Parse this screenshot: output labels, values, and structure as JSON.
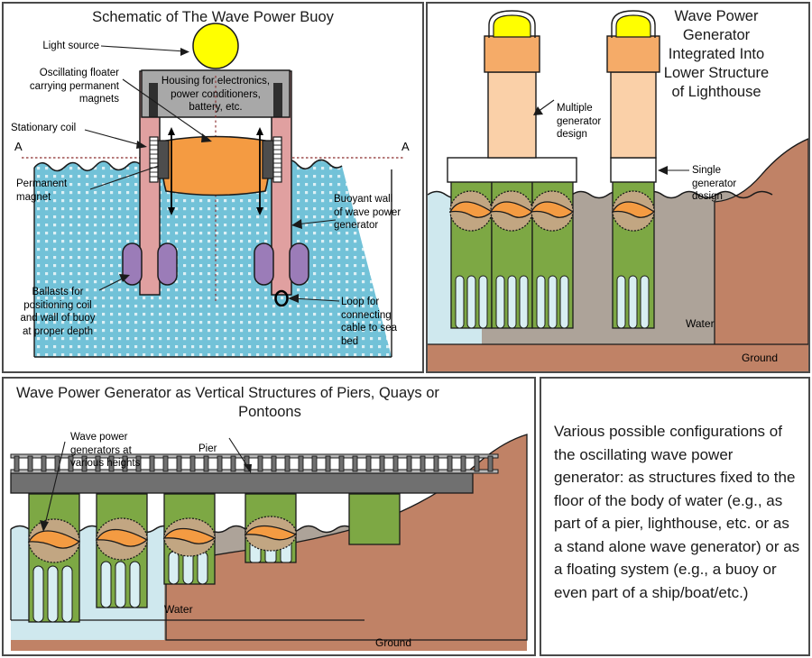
{
  "figure": {
    "title": "Wave Power Generator Configurations",
    "panels": [
      "buoy",
      "lighthouse",
      "pier",
      "caption"
    ]
  },
  "colors": {
    "water": "#72c2d8",
    "water_shallow": "#cfe8ee",
    "water_gray": "#ada399",
    "ground": "#c08266",
    "green": "#7da844",
    "orange_float": "#f49b42",
    "orange_band": "#f5ab68",
    "peach_shaft": "#fad0a8",
    "pink_wall": "#e0a0a0",
    "purple_ballast": "#9b7cb8",
    "gray_housing": "#a8a8a8",
    "gray_deck": "#707070",
    "lamp_yellow": "#ffff00",
    "magnet_dark": "#4d4d4d",
    "sand_under_float": "#c2a682",
    "outline": "#1a1a1a",
    "panel_border": "#4a4a4a"
  },
  "panel_buoy": {
    "title": "Schematic of The Wave Power Buoy",
    "labels": {
      "light_source": "Light source",
      "oscillating_floater": "Oscillating floater\ncarrying permanent\nmagnets",
      "stationary_coil": "Stationary coil",
      "permanent_magnet": "Permanent\nmagnet",
      "housing": "Housing for electronics,\npower conditioners,\nbattery, etc.",
      "buoyant_wall": "Buoyant wall\nof wave power\ngenerator",
      "ballasts": "Ballasts for\npositioning coil\nand wall of buoy\nat proper depth",
      "loop": "Loop for\nconnecting\ncable to sea\nbed",
      "section_left": "A",
      "section_right": "A"
    },
    "housing_lines": [
      "Housing for electronics,",
      "power conditioners,",
      "battery, etc."
    ],
    "oscillating_floater_lines": [
      "Oscillating floater",
      "carrying permanent",
      "magnets"
    ],
    "permanent_magnet_lines": [
      "Permanent",
      "magnet"
    ],
    "buoyant_wall_lines": [
      "Buoyant wall",
      "of wave power",
      "generator"
    ],
    "ballasts_lines": [
      "Ballasts for",
      "positioning coil",
      "and wall of buoy",
      "at proper depth"
    ],
    "loop_lines": [
      "Loop for",
      "connecting",
      "cable to sea",
      "bed"
    ]
  },
  "panel_lighthouse": {
    "title_lines": [
      "Wave Power",
      "Generator",
      "Integrated Into",
      "Lower Structure",
      "of Lighthouse"
    ],
    "title": "Wave Power Generator Integrated Into Lower Structure of Lighthouse",
    "labels": {
      "multiple_generator": "Multiple\ngenerator\ndesign",
      "single_generator": "Single\ngenerator\ndesign",
      "water": "Water",
      "ground": "Ground"
    },
    "multiple_generator_lines": [
      "Multiple",
      "generator",
      "design"
    ],
    "single_generator_lines": [
      "Single",
      "generator",
      "design"
    ],
    "water_label": "Water",
    "ground_label": "Ground"
  },
  "panel_pier": {
    "title_lines": [
      "Wave Power Generator as Vertical Structures of Piers, Quays or",
      "Pontoons"
    ],
    "title": "Wave Power Generator as Vertical Structures of Piers, Quays or Pontoons",
    "labels": {
      "generators": "Wave power\ngenerators at\nvarious heights",
      "pier": "Pier",
      "water": "Water",
      "ground": "Ground"
    },
    "generators_lines": [
      "Wave power",
      "generators at",
      "various heights"
    ],
    "pier_label": "Pier",
    "water_label": "Water",
    "ground_label": "Ground"
  },
  "panel_caption": {
    "text": "Various possible configurations of the oscillating wave power generator: as structures fixed to the floor of the body of water (e.g., as part of a pier, lighthouse, etc. or as a stand alone wave generator) or as a floating system (e.g., a buoy or even part of a ship/boat/etc.)"
  }
}
